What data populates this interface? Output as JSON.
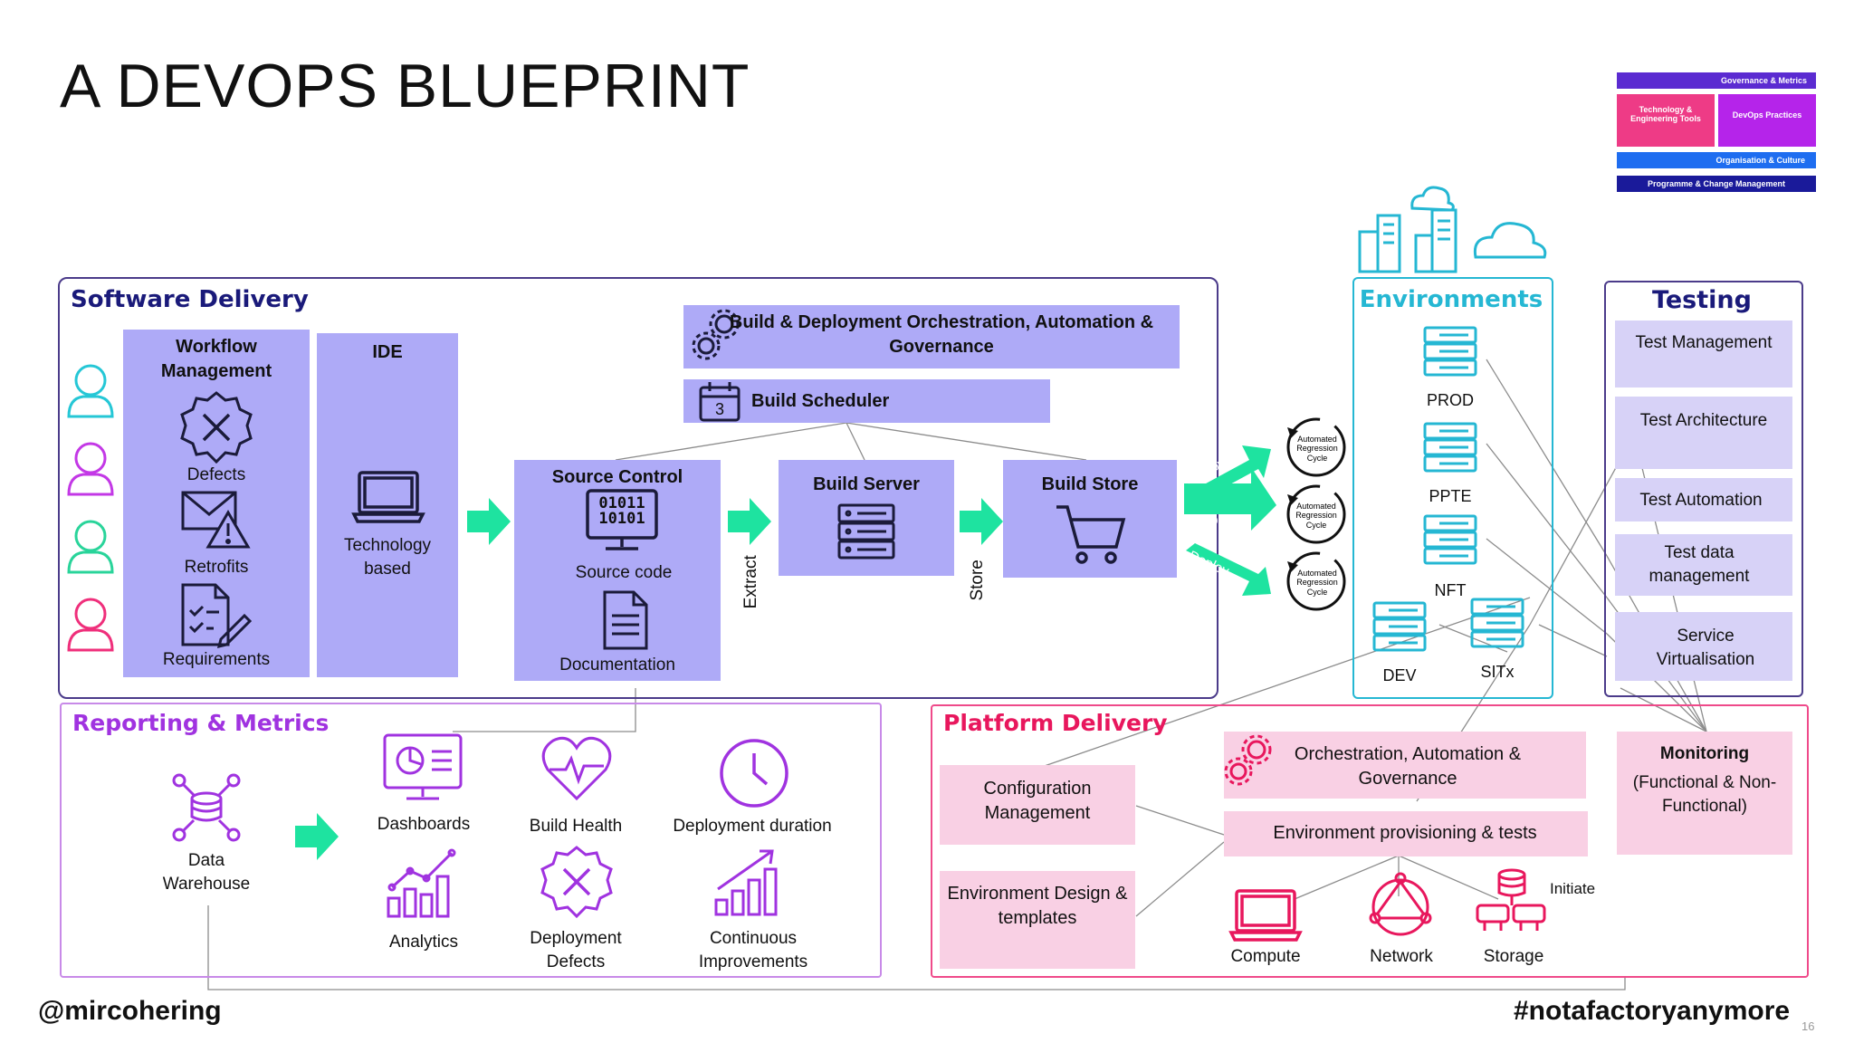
{
  "title": "A DEVOPS BLUEPRINT",
  "legend": {
    "governance": "Governance & Metrics",
    "tools": "Technology & Engineering Tools",
    "practices": "DevOps Practices",
    "org": "Organisation & Culture",
    "programme": "Programme & Change Management"
  },
  "software_delivery": {
    "title": "Software Delivery",
    "workflow": "Workflow Management",
    "defects": "Defects",
    "retrofits": "Retrofits",
    "requirements": "Requirements",
    "ide": "IDE",
    "ide_tech": "Technology based",
    "orchestration": "Build & Deployment Orchestration, Automation & Governance",
    "scheduler": "Build Scheduler",
    "scheduler_day": "3",
    "source_control": "Source Control",
    "binary": "01011 10101",
    "source_code": "Source code",
    "documentation": "Documentation",
    "extract": "Extract",
    "build_server": "Build Server",
    "store": "Store",
    "build_store": "Build Store"
  },
  "deploy": {
    "labels": [
      "Deploy",
      "Deploy",
      "Deploy"
    ],
    "cycle": "Automated Regression Cycle"
  },
  "environments": {
    "title": "Environments",
    "items": [
      "PROD",
      "PPTE",
      "NFT",
      "DEV",
      "SITx"
    ]
  },
  "testing": {
    "title": "Testing",
    "items": [
      "Test Management",
      "Test Architecture",
      "Test Automation",
      "Test data management",
      "Service Virtualisation"
    ]
  },
  "reporting": {
    "title": "Reporting & Metrics",
    "warehouse": "Data Warehouse",
    "dashboards": "Dashboards",
    "build_health": "Build Health",
    "deployment_duration": "Deployment duration",
    "analytics": "Analytics",
    "deployment_defects": "Deployment Defects",
    "continuous": "Continuous Improvements"
  },
  "platform": {
    "title": "Platform Delivery",
    "config": "Configuration Management",
    "env_design": "Environment Design & templates",
    "orchestration": "Orchestration, Automation & Governance",
    "provisioning": "Environment provisioning & tests",
    "compute": "Compute",
    "network": "Network",
    "storage": "Storage",
    "initiate": "Initiate",
    "monitoring": "Monitoring",
    "monitoring_sub": "(Functional & Non-Functional)"
  },
  "footer": {
    "handle": "@mircohering",
    "hashtag": "#notafactoryanymore",
    "page": "16"
  },
  "colors": {
    "frame": "#4b3b8a",
    "software_title": "#1a1a7a",
    "env_teal": "#25b7d3",
    "reporting_purple": "#a033e0",
    "platform_pink": "#e8175d",
    "arrow_green": "#1ee3a0"
  }
}
